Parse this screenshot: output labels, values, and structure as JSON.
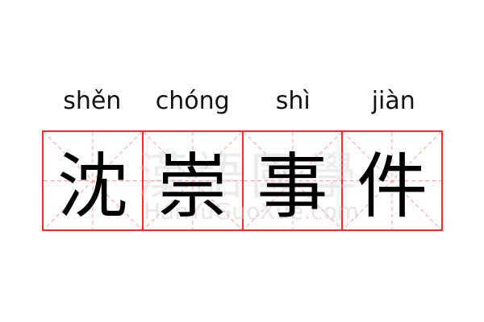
{
  "pinyin": [
    "shěn",
    "chóng",
    "shì",
    "jiàn"
  ],
  "characters": [
    "沈",
    "崇",
    "事",
    "件"
  ],
  "watermark": {
    "chinese": "漢語國學",
    "latin": "HanYuGuoXue.com"
  },
  "colors": {
    "grid": "#f03030",
    "guide": "#f8a0a0",
    "text": "#000000"
  }
}
